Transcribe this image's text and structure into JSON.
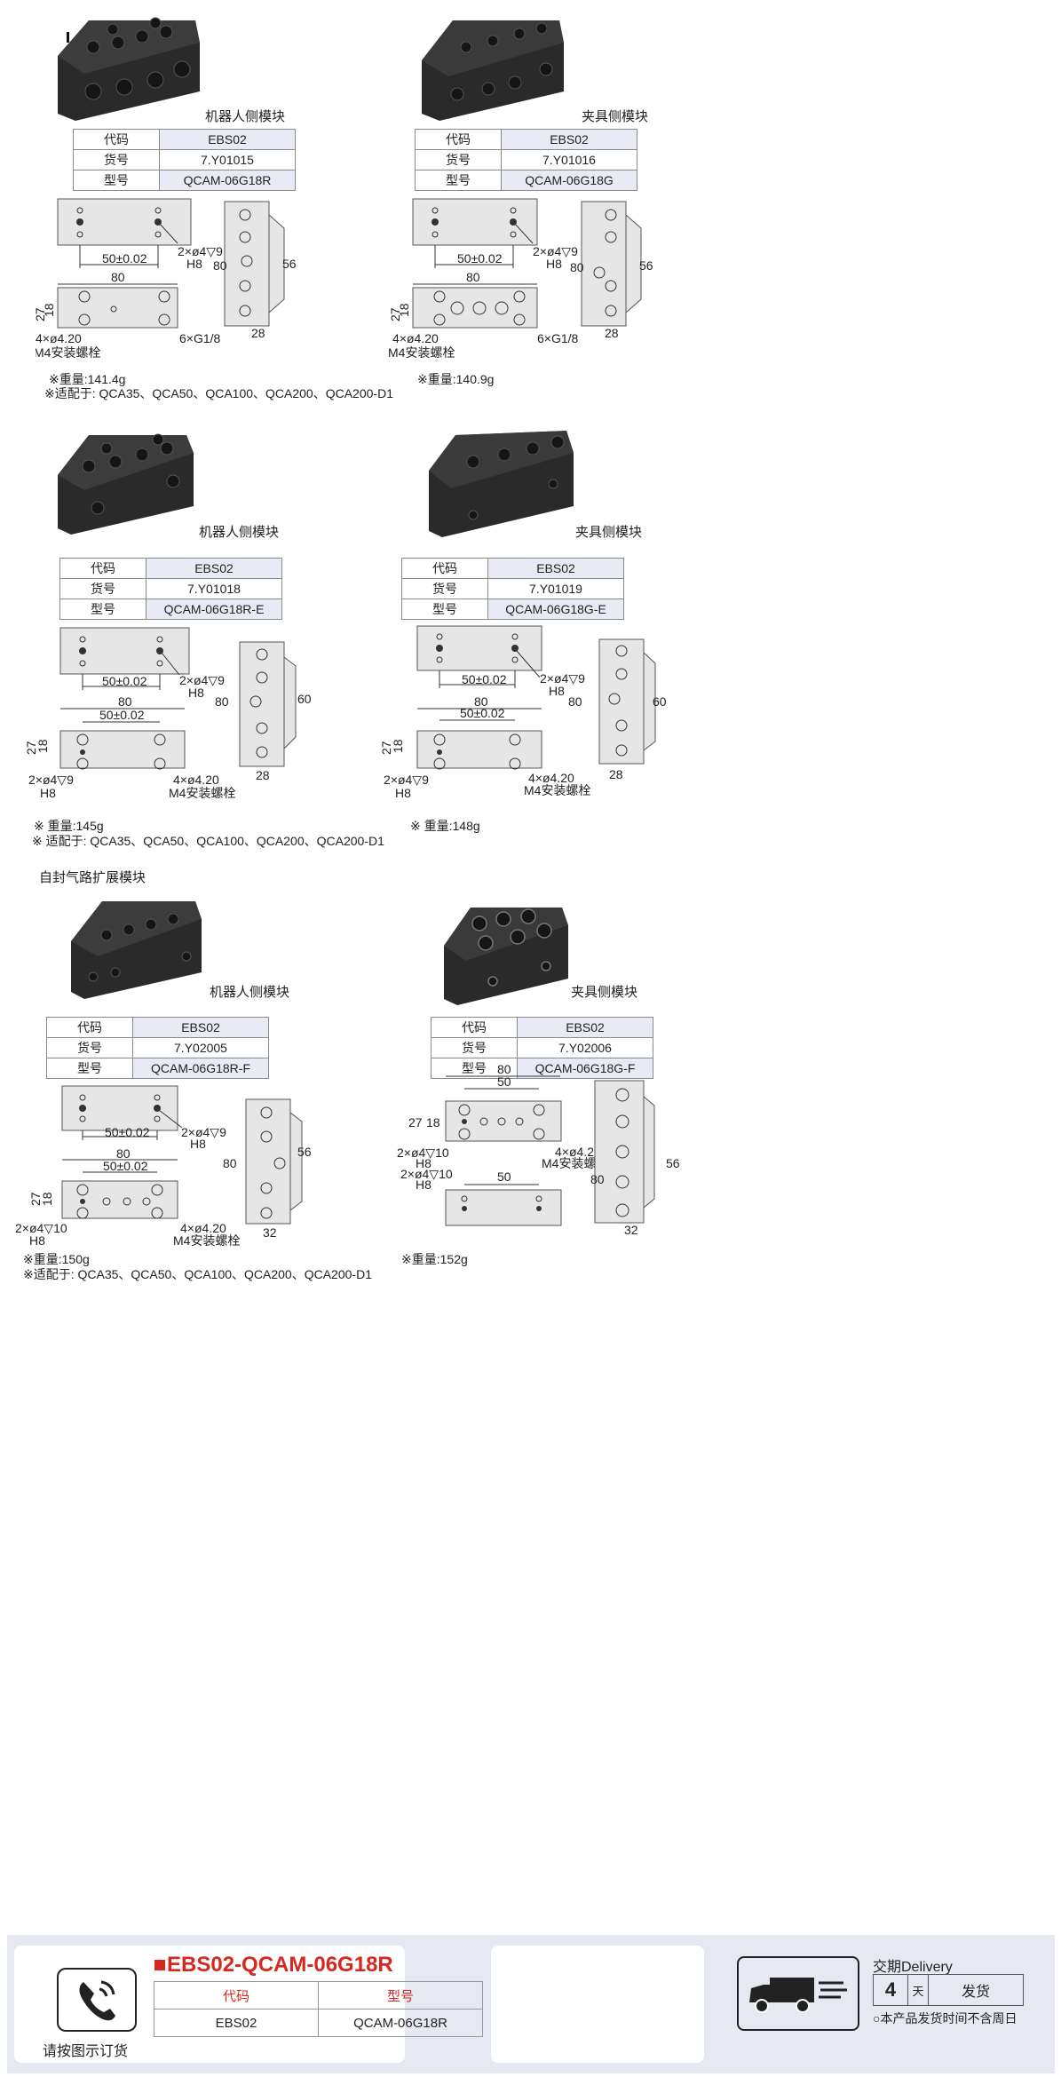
{
  "labels": {
    "code": "代码",
    "item_no": "货号",
    "model": "型号"
  },
  "blocks": [
    {
      "caption": "机器人侧模块",
      "code": "EBS02",
      "item_no": "7.Y01015",
      "model": "QCAM-06G18R",
      "weight": "※重量:141.4g",
      "fit": "※适配于: QCA35、QCA50、QCA100、QCA200、QCA200-D1"
    },
    {
      "caption": "夹具侧模块",
      "code": "EBS02",
      "item_no": "7.Y01016",
      "model": "QCAM-06G18G",
      "weight": "※重量:140.9g"
    },
    {
      "caption": "机器人侧模块",
      "code": "EBS02",
      "item_no": "7.Y01018",
      "model": "QCAM-06G18R-E",
      "weight": "※ 重量:145g",
      "fit": "※ 适配于: QCA35、QCA50、QCA100、QCA200、QCA200-D1"
    },
    {
      "caption": "夹具侧模块",
      "code": "EBS02",
      "item_no": "7.Y01019",
      "model": "QCAM-06G18G-E",
      "weight": "※ 重量:148g"
    },
    {
      "caption": "机器人侧模块",
      "code": "EBS02",
      "item_no": "7.Y02005",
      "model": "QCAM-06G18R-F",
      "weight": "※重量:150g",
      "fit": "※适配于: QCA35、QCA50、QCA100、QCA200、QCA200-D1"
    },
    {
      "caption": "夹具侧模块",
      "code": "EBS02",
      "item_no": "7.Y02006",
      "model": "QCAM-06G18G-F",
      "weight": "※重量:152g"
    }
  ],
  "section_title": "自封气路扩展模块",
  "dims": {
    "d80": "80",
    "d56": "56",
    "d60": "60",
    "d28": "28",
    "d32": "32",
    "d27": "27",
    "d18": "18",
    "d50": "50",
    "d50tol": "50±0.02",
    "pin9": "2×ø4▽9",
    "pin10": "2×ø4▽10",
    "h8": "H8",
    "bolt": "4×ø4.20",
    "bolt_name": "M4安装螺栓",
    "ports": "6×G1/8"
  },
  "footer": {
    "order_text": "请按图示订货",
    "product_title": "EBS02-QCAM-06G18R",
    "col_code": "代码",
    "col_model": "型号",
    "val_code": "EBS02",
    "val_model": "QCAM-06G18R",
    "delivery_label": "交期Delivery",
    "days": "4",
    "days_unit": "天",
    "ship": "发货",
    "note": "○本产品发货时间不含周日"
  }
}
